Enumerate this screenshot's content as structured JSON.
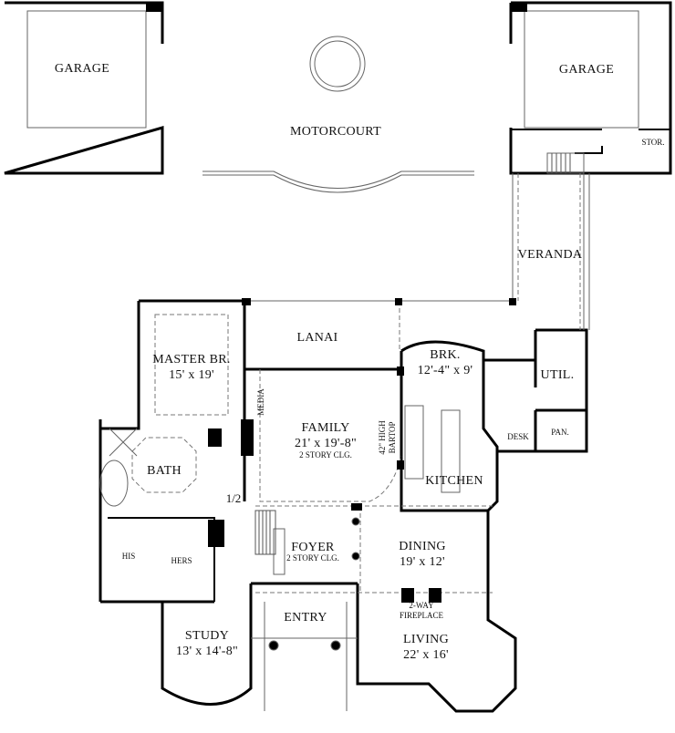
{
  "plan": {
    "type": "floor-plan",
    "colors": {
      "wall": "#000000",
      "line": "#555555",
      "dashed": "#777777",
      "background": "#ffffff"
    }
  },
  "rooms": {
    "garage_left": {
      "name": "GARAGE"
    },
    "motorcourt": {
      "name": "MOTORCOURT"
    },
    "garage_right": {
      "name": "GARAGE"
    },
    "storage": {
      "name": "STOR."
    },
    "veranda": {
      "name": "VERANDA"
    },
    "master": {
      "name": "MASTER BR.",
      "size": "15' x 19'"
    },
    "lanai": {
      "name": "LANAI"
    },
    "media": {
      "name": "MEDIA"
    },
    "family": {
      "name": "FAMILY",
      "size": "21' x 19'-8\"",
      "note": "2 STORY CLG."
    },
    "bartop": {
      "line1": "42\" HIGH",
      "line2": "BARTOP"
    },
    "breakfast": {
      "name": "BRK.",
      "size": "12'-4\" x 9'"
    },
    "utility": {
      "name": "UTIL."
    },
    "desk": {
      "name": "DESK"
    },
    "pantry": {
      "name": "PAN."
    },
    "kitchen": {
      "name": "KITCHEN"
    },
    "bath": {
      "name": "BATH"
    },
    "half_bath": {
      "name": "1/2"
    },
    "his": {
      "name": "HIS"
    },
    "hers": {
      "name": "HERS"
    },
    "foyer": {
      "name": "FOYER",
      "note": "2 STORY CLG."
    },
    "dining": {
      "name": "DINING",
      "size": "19' x 12'"
    },
    "fireplace": {
      "line1": "2-WAY",
      "line2": "FIREPLACE"
    },
    "entry": {
      "name": "ENTRY"
    },
    "study": {
      "name": "STUDY",
      "size": "13' x 14'-8\""
    },
    "living": {
      "name": "LIVING",
      "size": "22' x 16'"
    }
  }
}
